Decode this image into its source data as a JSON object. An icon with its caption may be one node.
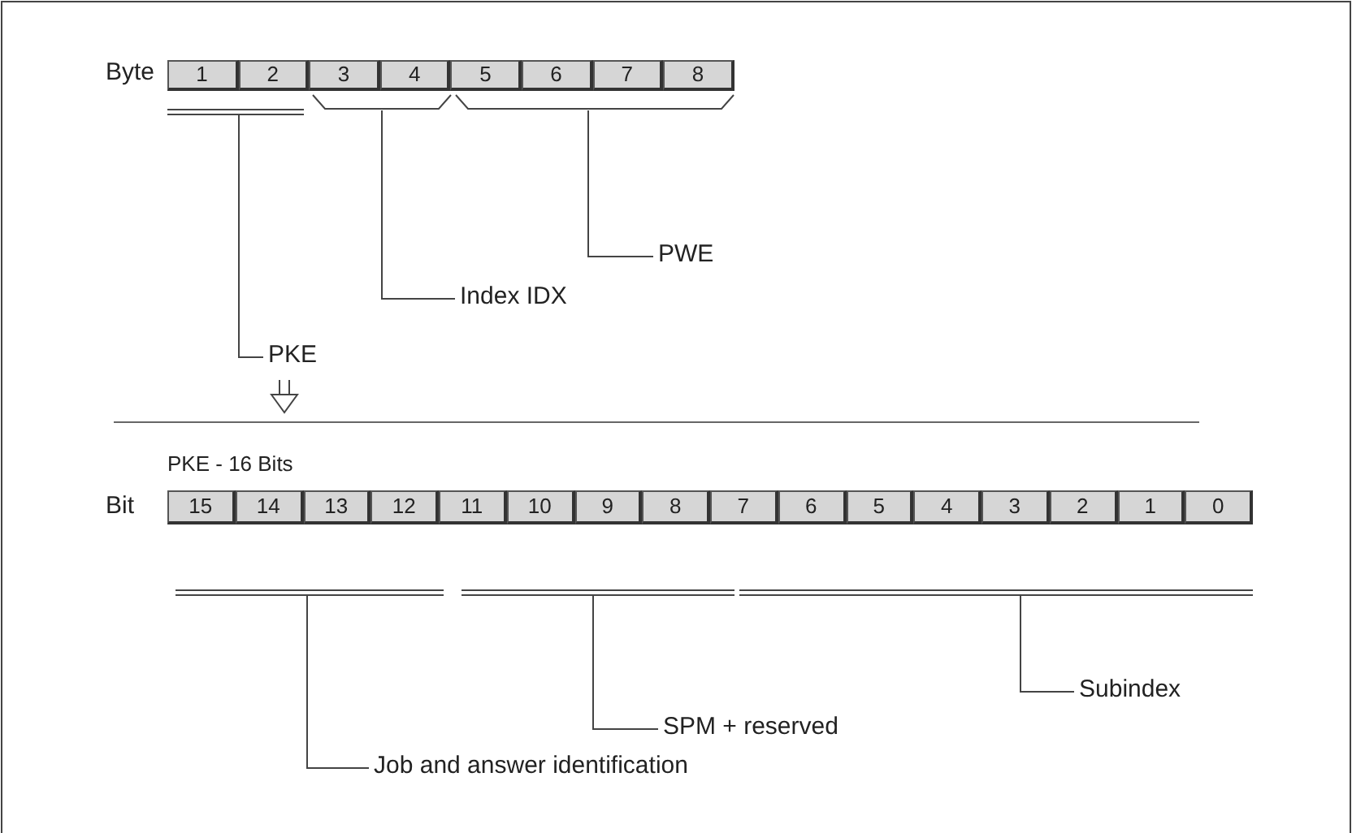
{
  "diagram": {
    "nodes": [
      {
        "text": [
          "1"
        ]
      },
      {
        "text": [
          "2"
        ]
      },
      {
        "text": [
          "3"
        ]
      },
      {
        "text": [
          "4"
        ]
      },
      {
        "text": [
          "5"
        ]
      },
      {
        "text": [
          "6"
        ]
      },
      {
        "text": [
          "7"
        ]
      },
      {
        "text": [
          "8"
        ]
      },
      {
        "text": [],
        "shape": "line"
      },
      {
        "text": [],
        "shape": "bracket"
      },
      {
        "text": [],
        "shape": "bracket"
      },
      {
        "text": [
          "PWE"
        ]
      },
      {
        "text": [
          "Index IDX"
        ]
      },
      {
        "text": [
          "PKE"
        ]
      },
      {
        "text": [
          "15"
        ]
      },
      {
        "text": [
          "14"
        ]
      },
      {
        "text": [
          "13"
        ]
      },
      {
        "text": [
          "12"
        ]
      },
      {
        "text": [
          "11"
        ]
      },
      {
        "text": [
          "10"
        ]
      },
      {
        "text": [
          "9"
        ]
      },
      {
        "text": [
          "8"
        ]
      },
      {
        "text": [
          "7"
        ]
      },
      {
        "text": [
          "6"
        ]
      },
      {
        "text": [
          "5"
        ]
      },
      {
        "text": [
          "4"
        ]
      },
      {
        "text": [
          "3"
        ]
      },
      {
        "text": [
          "2"
        ]
      },
      {
        "text": [
          "1"
        ]
      },
      {
        "text": [
          "0"
        ]
      },
      {
        "text": [],
        "shape": "line"
      },
      {
        "text": [],
        "shape": "line"
      },
      {
        "text": [],
        "shape": "line"
      },
      {
        "text": [
          "Subindex"
        ]
      },
      {
        "text": [
          "SPM + reserved"
        ]
      },
      {
        "text": [
          "Job and answer identification"
        ]
      }
    ],
    "edges": [
      {
        "from": 11,
        "to": 10,
        "arrow": "none"
      },
      {
        "from": 12,
        "to": 9,
        "arrow": "none"
      },
      {
        "from": 13,
        "to": 8,
        "arrow": "none"
      },
      {
        "from": 33,
        "to": 32,
        "arrow": "none"
      },
      {
        "from": 34,
        "to": 31,
        "arrow": "none"
      },
      {
        "from": 35,
        "to": 30,
        "arrow": "none"
      }
    ],
    "labels": [
      "Byte",
      "PKE - 16 Bits",
      "Bit"
    ]
  }
}
